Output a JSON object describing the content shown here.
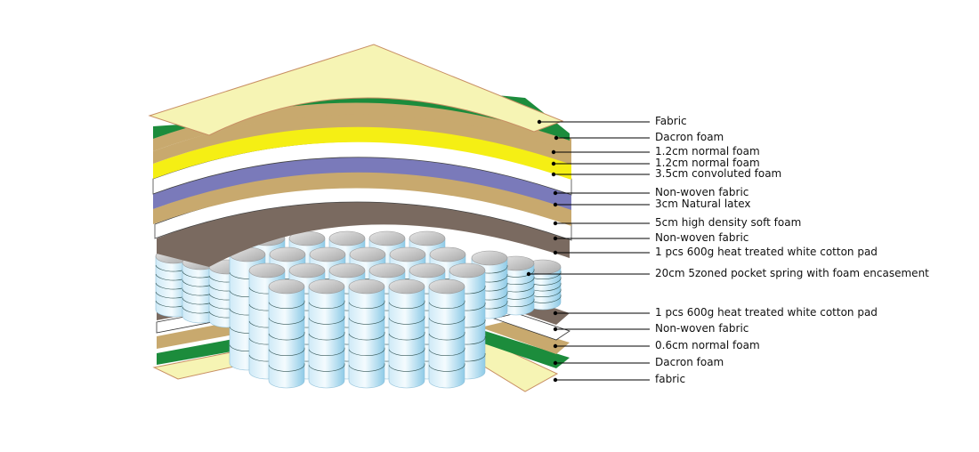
{
  "colors": {
    "fabric": "#f6f4b4",
    "fabric_stroke": "#c88f64",
    "dacron": "#1c8c3c",
    "normal_foam": "#c8a96e",
    "convoluted": "#f5ef14",
    "non_woven": "#ffffff",
    "latex": "#7a7aba",
    "hd_foam": "#c8a96e",
    "cotton_pad": "#7a6a60",
    "spring_light": "#e9f6fc",
    "spring_dark": "#9fd3ec",
    "spring_top": "#cfcfcf",
    "leader": "#000000"
  },
  "labels": [
    {
      "id": "fabric-top",
      "text": "Fabric"
    },
    {
      "id": "dacron-top",
      "text": "Dacron foam"
    },
    {
      "id": "normal-foam-1",
      "text": "1.2cm normal foam"
    },
    {
      "id": "normal-foam-2",
      "text": "1.2cm normal foam"
    },
    {
      "id": "convoluted-foam",
      "text": "3.5cm convoluted foam"
    },
    {
      "id": "non-woven-1",
      "text": "Non-woven fabric"
    },
    {
      "id": "natural-latex",
      "text": "3cm Natural latex"
    },
    {
      "id": "hd-soft-foam",
      "text": "5cm high density soft foam"
    },
    {
      "id": "non-woven-2",
      "text": "Non-woven fabric"
    },
    {
      "id": "cotton-pad-top",
      "text": "1 pcs 600g heat treated white cotton pad"
    },
    {
      "id": "pocket-spring",
      "text": "20cm 5zoned pocket spring with foam encasement"
    },
    {
      "id": "cotton-pad-bottom",
      "text": "1 pcs 600g heat treated white cotton pad"
    },
    {
      "id": "non-woven-3",
      "text": "Non-woven fabric"
    },
    {
      "id": "normal-foam-3",
      "text": "0.6cm normal foam"
    },
    {
      "id": "dacron-bottom",
      "text": "Dacron foam"
    },
    {
      "id": "fabric-bottom",
      "text": "fabric"
    }
  ]
}
